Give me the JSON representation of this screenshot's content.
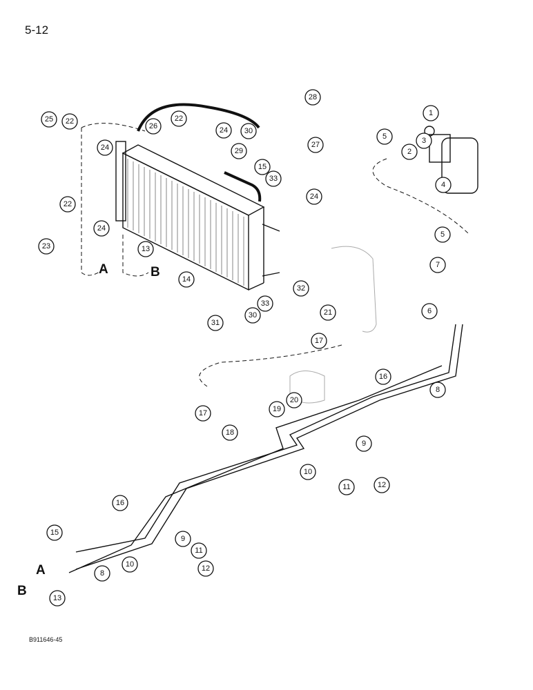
{
  "page": {
    "page_number": "5-12",
    "figure_code": "B911646-45"
  },
  "connection_letters": [
    "A",
    "B"
  ],
  "callouts": [
    "1",
    "2",
    "3",
    "4",
    "5",
    "6",
    "7",
    "8",
    "9",
    "10",
    "11",
    "12",
    "13",
    "14",
    "15",
    "16",
    "17",
    "18",
    "19",
    "20",
    "21",
    "22",
    "23",
    "24",
    "25",
    "26",
    "27",
    "28",
    "29",
    "30",
    "31",
    "32",
    "33"
  ]
}
